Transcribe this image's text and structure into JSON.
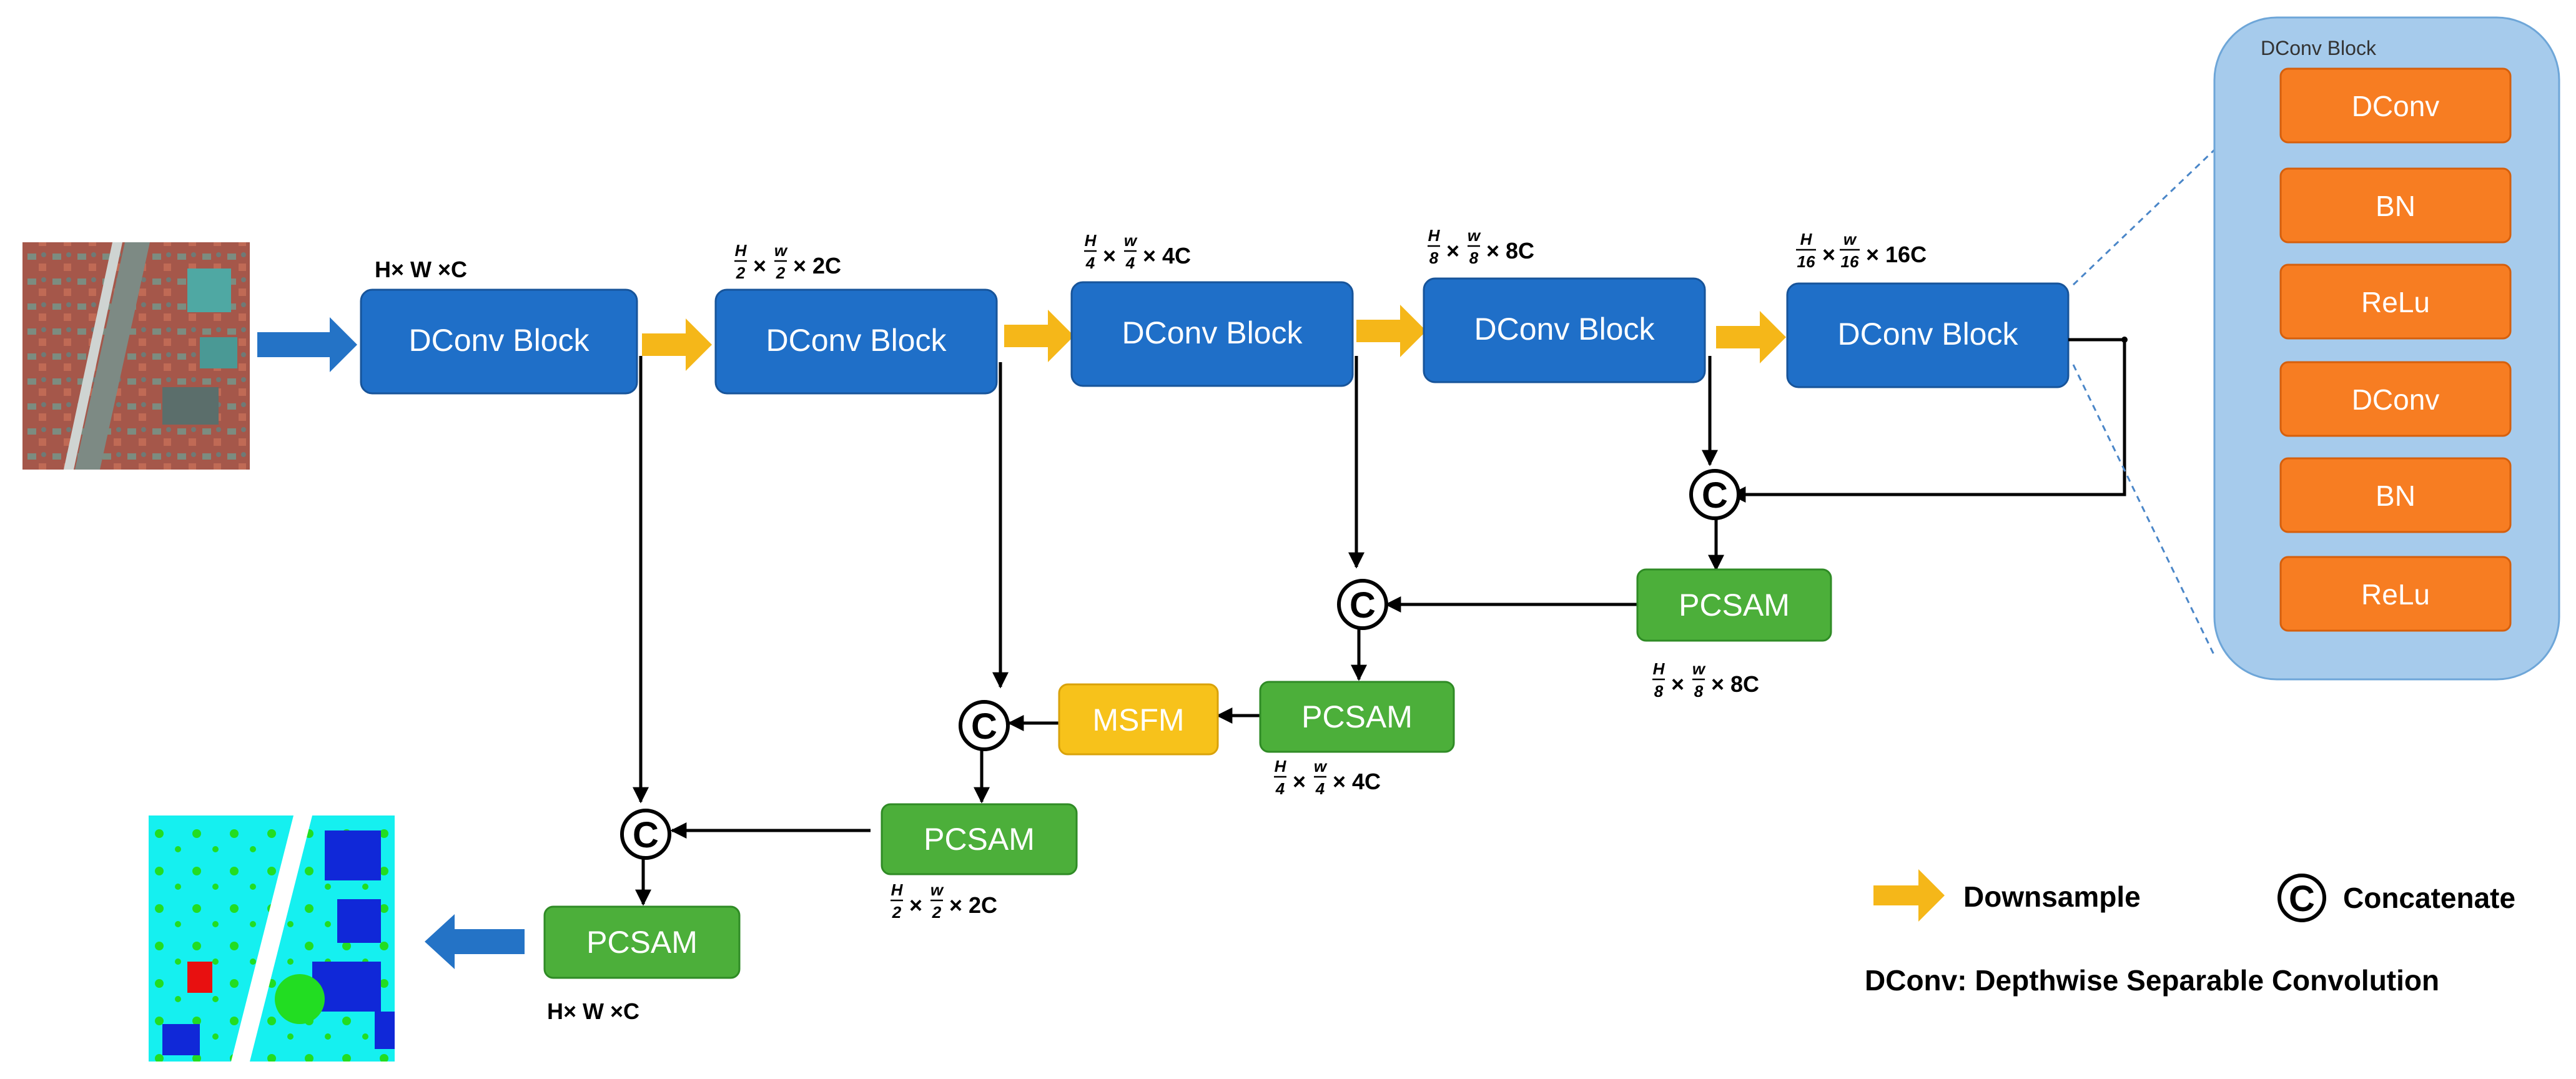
{
  "blocks": {
    "dconv_label": "DConv Block",
    "pcsam_label": "PCSAM",
    "msfm_label": "MSFM"
  },
  "dims": {
    "level1": "H× W ×C",
    "level2_suffix": "× 2C",
    "level3_suffix": "× 4C",
    "level4_suffix": "× 8C",
    "level5_suffix": "× 16C",
    "frac_h": "H",
    "frac_w": "w",
    "den2": "2",
    "den4": "4",
    "den8": "8",
    "den16": "16",
    "times": "×"
  },
  "concat_symbol": "C",
  "panel": {
    "title": "DConv Block",
    "layers": [
      "DConv",
      "BN",
      "ReLu",
      "DConv",
      "BN",
      "ReLu"
    ]
  },
  "legend": {
    "downsample": "Downsample",
    "concatenate": "Concatenate",
    "note": "DConv: Depthwise Separable Convolution"
  },
  "colors": {
    "blue_block": "#1f6fc8",
    "green_block": "#4caf3a",
    "yellow_block": "#f7c21b",
    "orange_block": "#f77d22",
    "panel_bg": "#a6cbec",
    "arrow_yellow": "#f5b719",
    "arrow_blue": "#2473c6"
  }
}
